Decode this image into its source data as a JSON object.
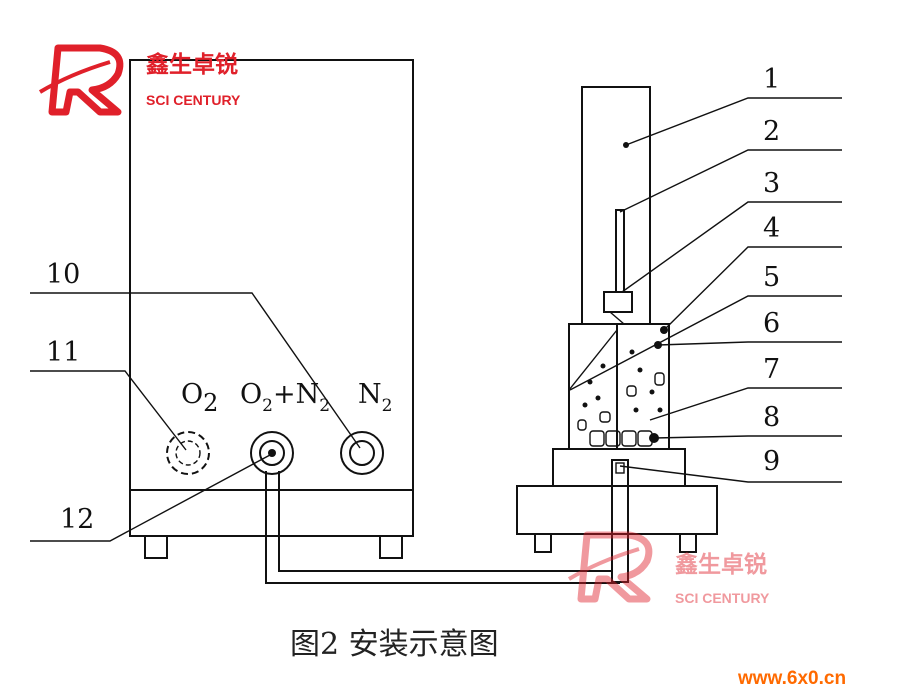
{
  "figure": {
    "caption": "图2  安装示意图",
    "gas_ports": [
      {
        "label": "O",
        "sub": "2"
      },
      {
        "label": "O",
        "sub": "2",
        "tail": "+N",
        "tail_sub": "2"
      },
      {
        "label": "N",
        "sub": "2"
      }
    ],
    "callouts": [
      "1",
      "2",
      "3",
      "4",
      "5",
      "6",
      "7",
      "8",
      "9",
      "10",
      "11",
      "12"
    ]
  },
  "watermarks": {
    "brand_cn": "鑫生卓锐",
    "brand_en": "SCI CENTURY",
    "site": "www.6x0.cn"
  },
  "colors": {
    "line": "#111111",
    "brand": "#e0202a",
    "brand_faded": "#f2a9ad",
    "site": "#ff6a00"
  }
}
